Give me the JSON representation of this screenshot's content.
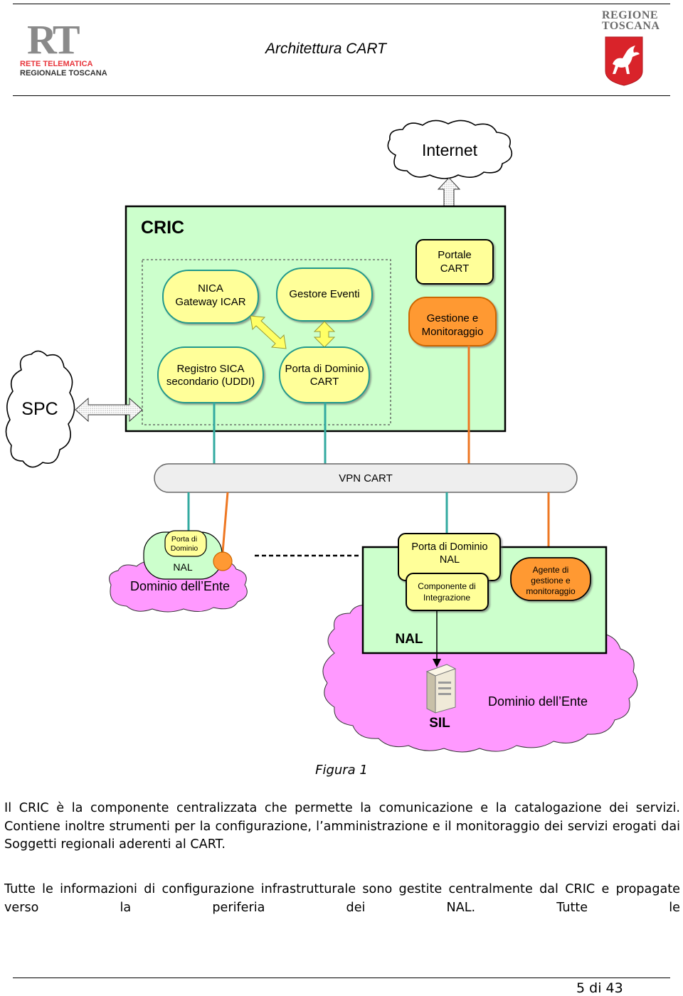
{
  "header": {
    "logo_left_text": "RT",
    "logo_left_line1": "RETE TELEMATICA",
    "logo_left_line2": "REGIONALE TOSCANA",
    "title": "Architettura CART",
    "logo_right_line1": "REGIONE",
    "logo_right_line2": "TOSCANA"
  },
  "diagram": {
    "internet": "Internet",
    "cric": "CRIC",
    "nica_line1": "NICA",
    "nica_line2": "Gateway ICAR",
    "gestore_eventi": "Gestore Eventi",
    "portale_line1": "Portale",
    "portale_line2": "CART",
    "gestione_line1": "Gestione e",
    "gestione_line2": "Monitoraggio",
    "registro_line1": "Registro SICA",
    "registro_line2": "secondario (UDDI)",
    "porta_cart_line1": "Porta di Dominio",
    "porta_cart_line2": "CART",
    "spc": "SPC",
    "vpn": "VPN CART",
    "small_porta_line1": "Porta di",
    "small_porta_line2": "Dominio",
    "small_nal": "NAL",
    "dominio_ente_left": "Dominio dell’Ente",
    "porta_nal_line1": "Porta di Dominio",
    "porta_nal_line2": "NAL",
    "componente_line1": "Componente di",
    "componente_line2": "Integrazione",
    "agente_line1": "Agente di",
    "agente_line2": "gestione e",
    "agente_line3": "monitoraggio",
    "nal": "NAL",
    "dominio_ente_right": "Dominio dell’Ente",
    "sil": "SIL",
    "colors": {
      "cric_bg": "#ccffcc",
      "node_yellow": "#ffff99",
      "node_orange": "#ff9933",
      "cloud_pink": "#ff99ff",
      "line_teal": "#33aaa0",
      "line_orange": "#ee7722"
    }
  },
  "caption": "Figura 1",
  "paragraphs": {
    "p1": "Il CRIC è la componente centralizzata che permette la comunicazione e la catalogazione dei servizi. Contiene inoltre strumenti per la configurazione, l’amministrazione e il monitoraggio dei servizi erogati dai Soggetti regionali aderenti al CART.",
    "p2": "Tutte le informazioni di configurazione infrastrutturale sono gestite centralmente dal CRIC e propagate verso la periferia dei NAL. Tutte le"
  },
  "footer": {
    "page": "5 di 43"
  }
}
